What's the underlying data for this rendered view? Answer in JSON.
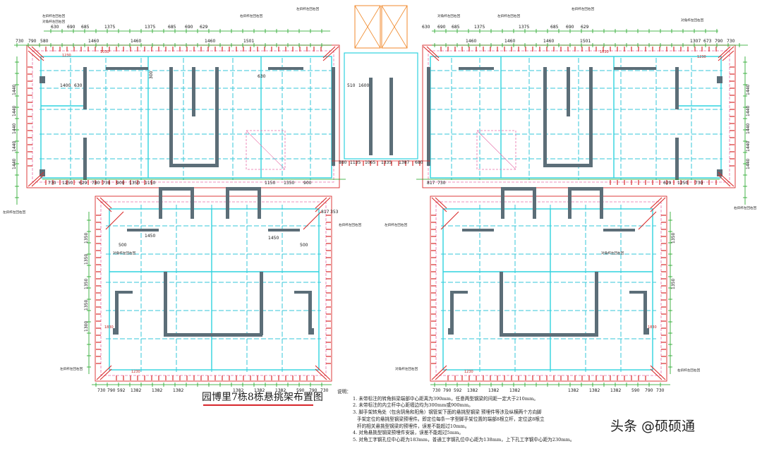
{
  "drawing_title": "园博里7栋8栋悬挑架布置图",
  "notes": {
    "heading": "说明：",
    "items": [
      "1. 未带标注的转角斜梁端部中心距离为390mm，任意两型钢梁的间距一定大于210mm。",
      "2. 未带标注的内立杆中心距墙边均为300mm或900mm。",
      "3. 脚手架转角处（包含阴角和阳角）钢管架下面的悬挑型钢梁 预埋件等涉及纵横两个方向脚",
      "手架定位的悬挑型钢梁预埋件。即定位每条一字型脚手架位置的端部8根立杆，定位这8根立",
      "杆的相关悬挑型钢梁的预埋件，误差不能超过10mm。",
      "4. 对角悬挑型钢梁预埋件安装，误差不能超过5mm。",
      "5. 对角工字钢孔位中心距为183mm，普通工字钢孔位中心距为138mm，上下孔工字钢中心距为230mm。"
    ]
  },
  "watermark": "头条 @硕硕通",
  "colors": {
    "wall": "#5c6e78",
    "gridline": "#2fd3df",
    "beam_dashed": "#35c7d8",
    "scaffold": "#d92a2a",
    "dashed_pink": "#e86fa8",
    "dimension": "#18a21e",
    "stair": "#f08a2c"
  },
  "dimensions": {
    "top_left_tower": [
      "630",
      "690",
      "685",
      "1375",
      "1375",
      "685",
      "690",
      "629"
    ],
    "top_left_tower_row2": [
      "730",
      "790",
      "580",
      "1460",
      "1460",
      "1460",
      "1501"
    ],
    "top_right_tower": [
      "630",
      "690",
      "685",
      "1375",
      "1375",
      "685",
      "690",
      "629"
    ],
    "top_right_tower_row2": [
      "1460",
      "1460",
      "1460",
      "1501",
      "1307",
      "673",
      "790",
      "730"
    ],
    "left_side": [
      "1440",
      "1440",
      "1440",
      "1440",
      "1440"
    ],
    "right_side": [
      "1440",
      "1440",
      "1440",
      "1440",
      "1440"
    ],
    "middle_left": [
      "730",
      "1250",
      "629",
      "780",
      "730",
      "900",
      "1350",
      "1150"
    ],
    "middle_right": [
      "1150",
      "1350",
      "900",
      "730",
      "817",
      "730",
      "1250",
      "629"
    ],
    "lower_side": [
      "1350",
      "1350",
      "1350",
      "1350",
      "1300",
      "1350",
      "1350"
    ],
    "bottom_left": [
      "730",
      "790",
      "592",
      "1382",
      "1382",
      "1382",
      "1382",
      "1382",
      "1382",
      "590",
      "790",
      "730"
    ],
    "bottom_right": [
      "730",
      "790",
      "592",
      "1382",
      "1382",
      "1382",
      "1382",
      "1382",
      "1382",
      "590",
      "790",
      "730"
    ],
    "core": [
      "1400",
      "630",
      "300",
      "630",
      "510",
      "1600",
      "880",
      "1135",
      "1065",
      "1335",
      "1387",
      "680",
      "1450",
      "1450",
      "500",
      "500",
      "817",
      "353"
    ],
    "bracket_labels": [
      "1230",
      "1030",
      "1830",
      "1200"
    ]
  },
  "callout_texts": {
    "left_diag": "左斜杆左回右回",
    "right_diag": "右斜杆左回右回",
    "pair_diag": "对角杆左回右回"
  }
}
